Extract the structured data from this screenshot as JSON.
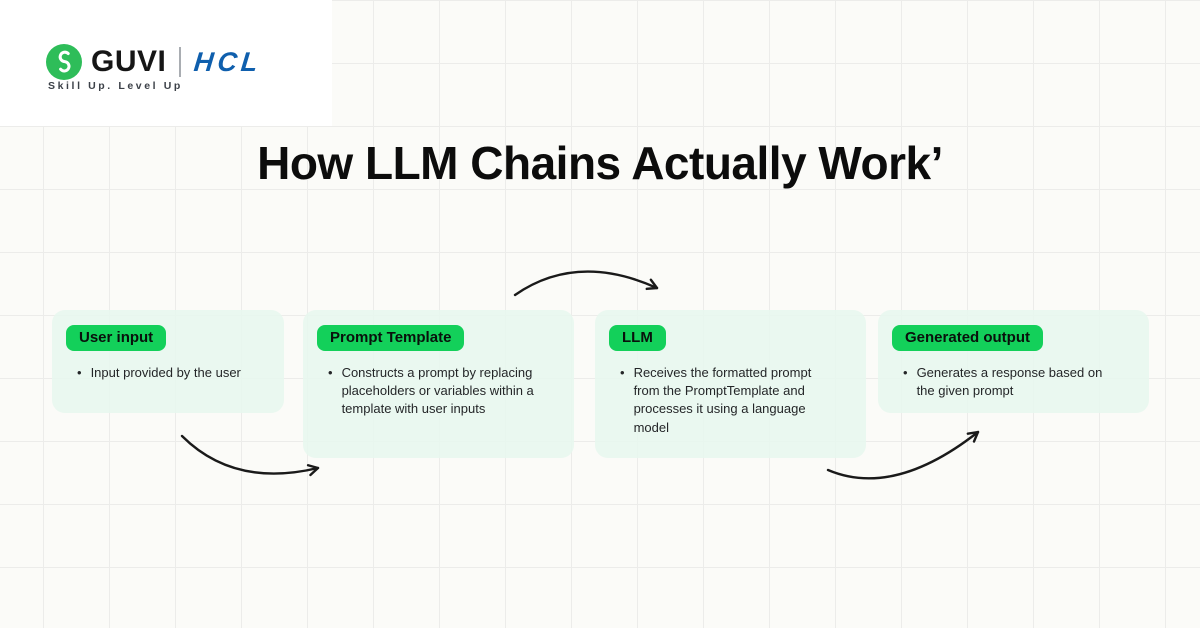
{
  "title": "How LLM Chains Actually Work’",
  "brand": {
    "guvi": "GUVI",
    "partner": "HCL",
    "tagline": "Skill Up. Level Up",
    "colors": {
      "guvi_green": "#2ebd59",
      "hcl_blue": "#0f5fad"
    }
  },
  "colors": {
    "background": "#fbfbf8",
    "grid_line": "#ececea",
    "box_mint": "#e7f7ee",
    "badge_green": "#13d05a",
    "text_dark": "#1d1d1f",
    "arrow_black": "#1a1a1a"
  },
  "icons": {
    "logo_mark": "guvi-g-icon",
    "flow_arrows": "curved-arrow-icon"
  },
  "steps": [
    {
      "label": "User input",
      "bullets": [
        "Input provided by the user"
      ]
    },
    {
      "label": "Prompt Template",
      "bullets": [
        "Constructs a prompt by replacing placeholders or variables within a template with user inputs"
      ]
    },
    {
      "label": "LLM",
      "bullets": [
        "Receives the formatted prompt from the PromptTemplate and processes it using a language model"
      ]
    },
    {
      "label": "Generated output",
      "bullets": [
        "Generates a response based on the given prompt"
      ]
    }
  ]
}
